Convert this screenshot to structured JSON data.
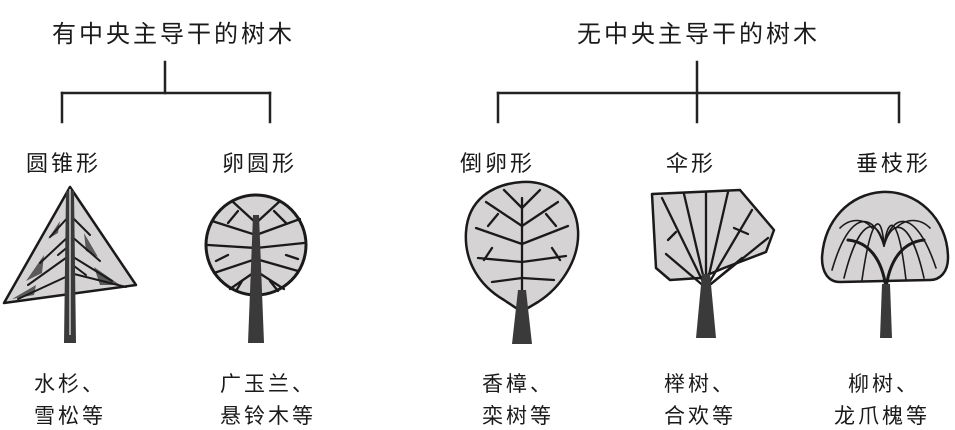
{
  "left_group": {
    "title": "有中央主导干的树木",
    "branches": [
      {
        "shape": "圆锥形",
        "examples_line1": "水杉、",
        "examples_line2": "雪松等"
      },
      {
        "shape": "卵圆形",
        "examples_line1": "广玉兰、",
        "examples_line2": "悬铃木等"
      }
    ]
  },
  "right_group": {
    "title": "无中央主导干的树木",
    "branches": [
      {
        "shape": "倒卵形",
        "examples_line1": "香樟、",
        "examples_line2": "栾树等"
      },
      {
        "shape": "伞形",
        "examples_line1": "榉树、",
        "examples_line2": "合欢等"
      },
      {
        "shape": "垂枝形",
        "examples_line1": "柳树、",
        "examples_line2": "龙爪槐等"
      }
    ]
  },
  "colors": {
    "crown_fill": "#d6d3d4",
    "ink": "#1a1a1a",
    "trunk": "#3a3a3a"
  }
}
